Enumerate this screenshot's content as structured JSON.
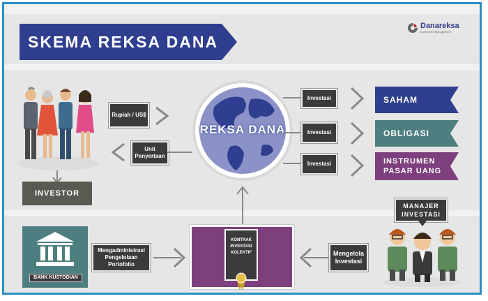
{
  "title": "SKEMA REKSA DANA",
  "logo": {
    "name": "Danareksa",
    "sub": "Investment Management"
  },
  "center": "REKSA DANA",
  "left_flows": {
    "top": "Rupiah / US$",
    "bottom": "Unit Penyertaan"
  },
  "investor_label": "INVESTOR",
  "invest_label": "Investasi",
  "outputs": [
    {
      "label": "SAHAM",
      "color": "#2f3e8e"
    },
    {
      "label": "OBLIGASI",
      "color": "#4e7f80"
    },
    {
      "label": "INSTRUMEN PASAR UANG",
      "color": "#7e3f7e"
    }
  ],
  "bank": {
    "label": "BANK KUSTODIAN",
    "color": "#4e7f80"
  },
  "admin_label": "Mengadministrasi Pengelolaan Portofolio",
  "contract_label": "KONTRAK INVESTASI KOLEKTIF",
  "manage_label": "Mengelola Investasi",
  "manager_label": "MANAJER INVESTASI",
  "colors": {
    "navy": "#2f3e8e",
    "teal": "#4e7f80",
    "purple": "#7e3f7e",
    "dark": "#3b3b3b",
    "border": "#2b8fc4"
  }
}
